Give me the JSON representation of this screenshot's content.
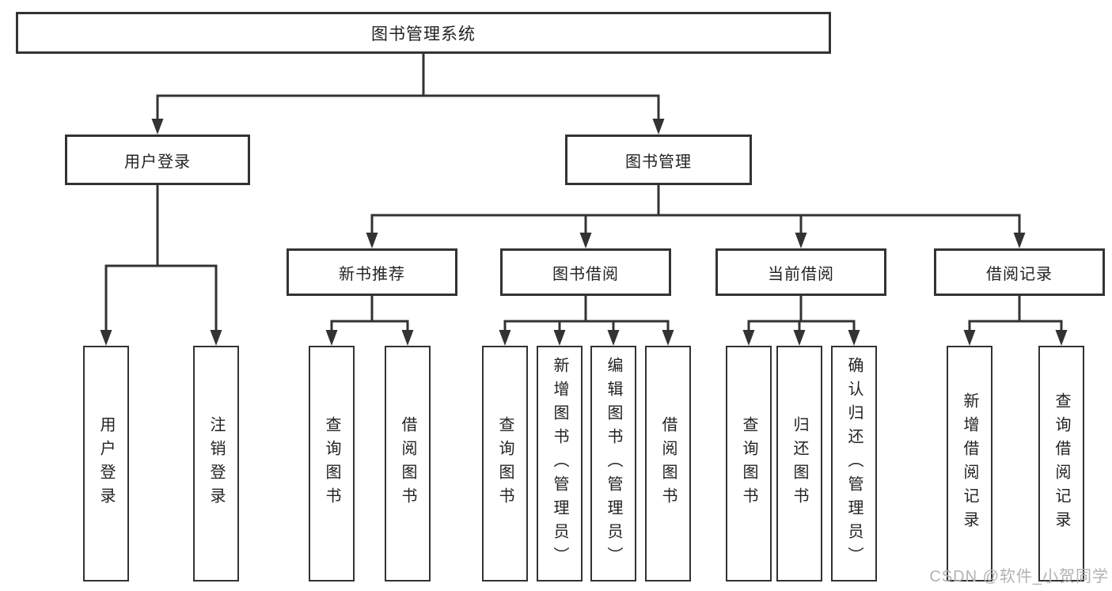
{
  "diagram": {
    "root": "图书管理系统",
    "level2": {
      "user_login": "用户登录",
      "book_mgmt": "图书管理"
    },
    "level3": {
      "new_book": "新书推荐",
      "book_borrow": "图书借阅",
      "current_borrow": "当前借阅",
      "borrow_records": "借阅记录"
    },
    "leaves": {
      "user_login": [
        "用户登录",
        "注销登录"
      ],
      "new_book": [
        "查询图书",
        "借阅图书"
      ],
      "book_borrow": [
        "查询图书",
        "新增图书（管理员）",
        "编辑图书（管理员）",
        "借阅图书"
      ],
      "current_borrow": [
        "查询图书",
        "归还图书",
        "确认归还（管理员）"
      ],
      "borrow_records": [
        "新增借阅记录",
        "查询借阅记录"
      ]
    },
    "watermark": "CSDN @软件_小贺同学",
    "colors": {
      "line": "#333333",
      "box_border": "#333333",
      "box_fill": "#ffffff",
      "text": "#222222",
      "watermark": "#b2b2b4"
    }
  }
}
